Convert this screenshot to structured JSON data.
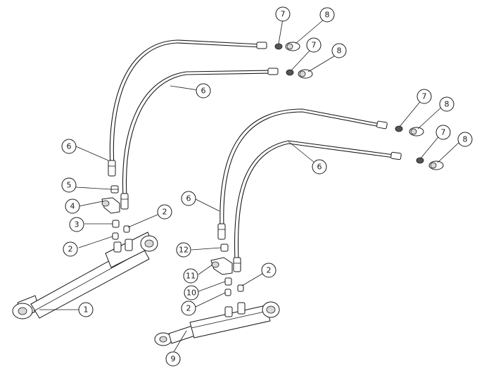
{
  "callouts": [
    {
      "id": "c-7a",
      "label": "7"
    },
    {
      "id": "c-8a",
      "label": "8"
    },
    {
      "id": "c-7b",
      "label": "7"
    },
    {
      "id": "c-8b",
      "label": "8"
    },
    {
      "id": "c-6a",
      "label": "6"
    },
    {
      "id": "c-7c",
      "label": "7"
    },
    {
      "id": "c-8c",
      "label": "8"
    },
    {
      "id": "c-7d",
      "label": "7"
    },
    {
      "id": "c-8d",
      "label": "8"
    },
    {
      "id": "c-6b",
      "label": "6"
    },
    {
      "id": "c-6c",
      "label": "6"
    },
    {
      "id": "c-6d",
      "label": "6"
    },
    {
      "id": "c-5",
      "label": "5"
    },
    {
      "id": "c-4",
      "label": "4"
    },
    {
      "id": "c-3",
      "label": "3"
    },
    {
      "id": "c-2a",
      "label": "2"
    },
    {
      "id": "c-2b",
      "label": "2"
    },
    {
      "id": "c-1",
      "label": "1"
    },
    {
      "id": "c-12",
      "label": "12"
    },
    {
      "id": "c-11",
      "label": "11"
    },
    {
      "id": "c-10",
      "label": "10"
    },
    {
      "id": "c-2c",
      "label": "2"
    },
    {
      "id": "c-2d",
      "label": "2"
    },
    {
      "id": "c-9",
      "label": "9"
    }
  ]
}
